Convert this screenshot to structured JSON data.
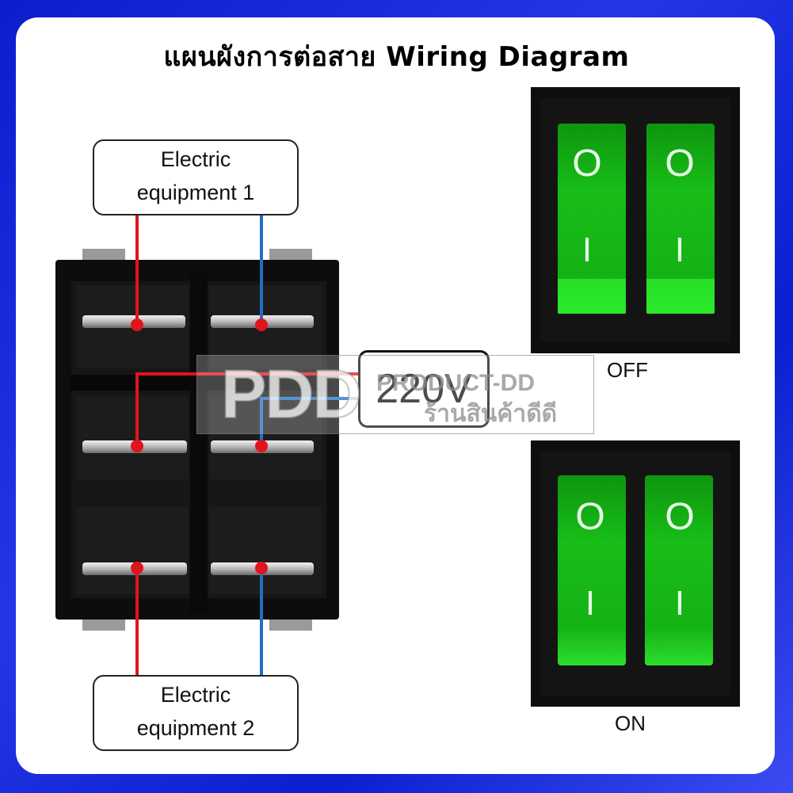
{
  "title": "แผนผังการต่อสาย Wiring Diagram",
  "labels": {
    "equipment1_line1": "Electric",
    "equipment1_line2": "equipment 1",
    "equipment2_line1": "Electric",
    "equipment2_line2": "equipment 2",
    "voltage": "220V"
  },
  "switch_states": {
    "off": "OFF",
    "on": "ON"
  },
  "rocker_symbols": {
    "open": "O",
    "closed": "I"
  },
  "watermark": {
    "logo": "PDD",
    "name": "PRODUCT-DD",
    "shop": "ร้านสินค้าดีดี"
  },
  "colors": {
    "background_blue": "#0b1fd0",
    "wire_red": "#e0141b",
    "wire_blue": "#1e6fc9",
    "rocker_green": "#14c814",
    "switch_body": "#111111"
  }
}
